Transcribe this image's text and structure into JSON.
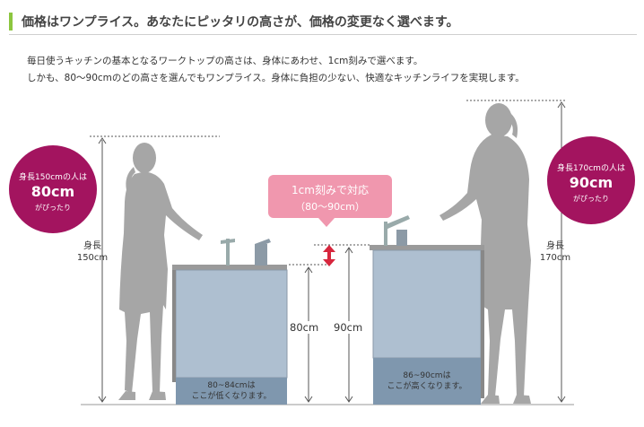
{
  "header": {
    "title": "価格はワンプライス。あなたにピッタリの高さが、価格の変更なく選べます。"
  },
  "description": {
    "line1": "毎日使うキッチンの基本となるワークトップの高さは、身体にあわせ、1cm刻みで選べます。",
    "line2": "しかも、80〜90cmのどの高さを選んでもワンプライス。身体に負担の少ない、快適なキッチンライフを実現します。"
  },
  "left_badge": {
    "line1": "身長150cmの人は",
    "line2": "80cm",
    "line3": "がぴったり"
  },
  "right_badge": {
    "line1": "身長170cmの人は",
    "line2": "90cm",
    "line3": "がぴったり"
  },
  "callout": {
    "line1": "1cm刻みで対応",
    "line2": "（80〜90cm）"
  },
  "left_person": {
    "label1": "身長",
    "label2": "150cm"
  },
  "right_person": {
    "label1": "身長",
    "label2": "170cm"
  },
  "counter_heights": {
    "low": "80cm",
    "high": "90cm"
  },
  "left_note": {
    "line1": "80~84cmは",
    "line2": "ここが低くなります。"
  },
  "right_note": {
    "line1": "86~90cmは",
    "line2": "ここが高くなります。"
  },
  "colors": {
    "accent_green": "#8cc63f",
    "badge_magenta": "#a3145f",
    "callout_pink": "#f097ae",
    "arrow_red": "#d7263d",
    "cabinet_blue": "#aebfd0",
    "silhouette_gray": "#a6a6a6"
  }
}
